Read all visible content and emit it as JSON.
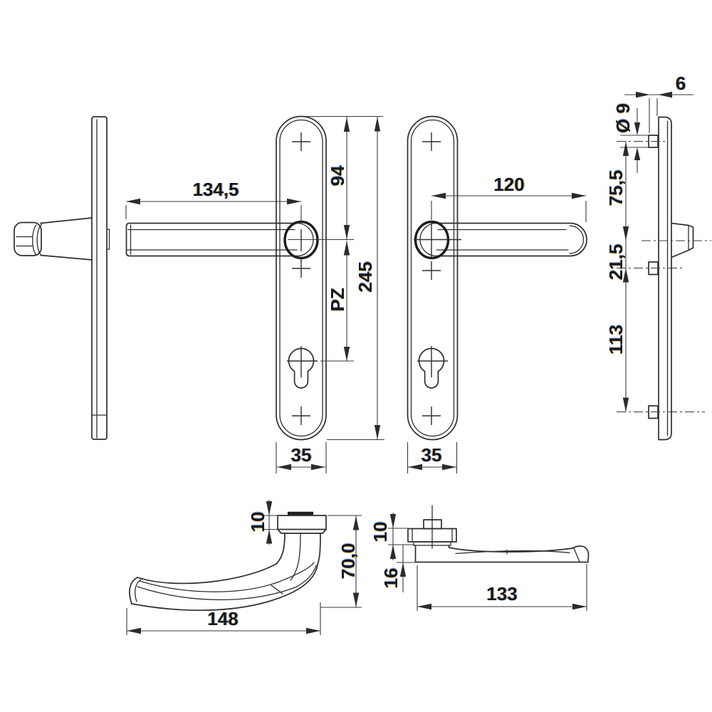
{
  "drawing_title": "door-handle-technical-drawing",
  "colors": {
    "background": "#ffffff",
    "line": "#2e2e2e",
    "dim_line": "#3a3a3a",
    "label_text": "#15181c"
  },
  "views": {
    "frontLeft": {
      "lever_length": "134,5",
      "top_hole_to_handle": "94",
      "plate_height": "245",
      "lock_type": "PZ",
      "plate_width": "35"
    },
    "frontRight": {
      "lever_length": "120",
      "plate_width": "35"
    },
    "sideRight": {
      "pin_protrusion": "6",
      "pin_diameter": "Ø 9",
      "pin_to_handle": "75,5",
      "handle_to_peg": "21,5",
      "peg_spacing": "113"
    },
    "leverSide": {
      "rose_thickness": "10",
      "lever_height": "70,0",
      "lever_length": "148"
    },
    "leverTop": {
      "rose_thickness": "10",
      "lever_depth": "16",
      "lever_length": "133"
    }
  }
}
